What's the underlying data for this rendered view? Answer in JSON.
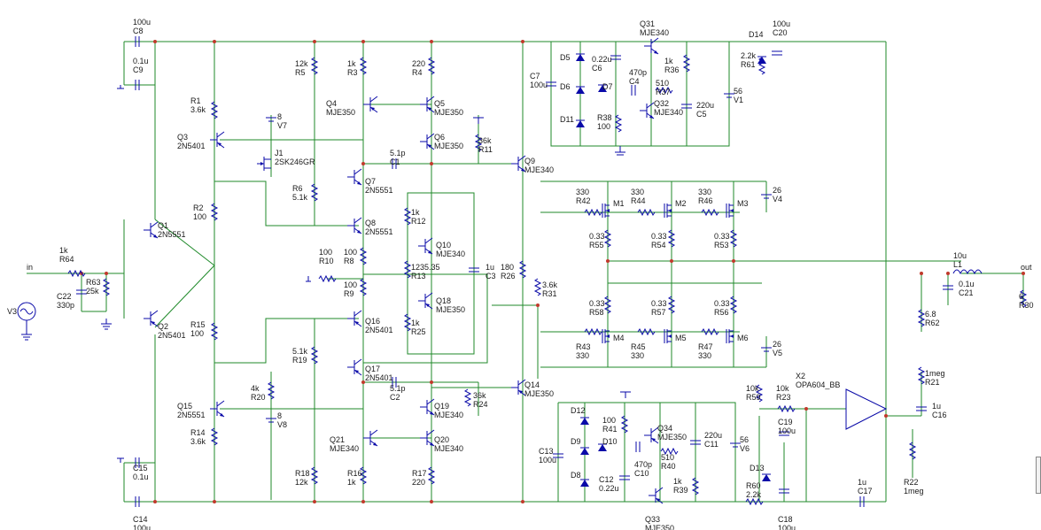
{
  "components": [
    {
      "ref": "C8",
      "value": "100u"
    },
    {
      "ref": "C9",
      "value": "0.1u"
    },
    {
      "ref": "R1",
      "value": "3.6k"
    },
    {
      "ref": "Q3",
      "value": "2N5401"
    },
    {
      "ref": "R2",
      "value": "100"
    },
    {
      "ref": "Q1",
      "value": "2N5551"
    },
    {
      "ref": "Q2",
      "value": "2N5401"
    },
    {
      "ref": "R64",
      "value": "1k"
    },
    {
      "ref": "R63",
      "value": "25k"
    },
    {
      "ref": "C22",
      "value": "330p"
    },
    {
      "ref": "V3",
      "value": ""
    },
    {
      "ref": "R15",
      "value": "100"
    },
    {
      "ref": "Q15",
      "value": "2N5551"
    },
    {
      "ref": "R14",
      "value": "3.6k"
    },
    {
      "ref": "C15",
      "value": "0.1u"
    },
    {
      "ref": "C14",
      "value": "100u"
    },
    {
      "ref": "R5",
      "value": "12k"
    },
    {
      "ref": "V7",
      "value": "8"
    },
    {
      "ref": "J1",
      "value": "2SK246GR"
    },
    {
      "ref": "R6",
      "value": "5.1k"
    },
    {
      "ref": "R3",
      "value": "1k"
    },
    {
      "ref": "Q4",
      "value": "MJE350"
    },
    {
      "ref": "R4",
      "value": "220"
    },
    {
      "ref": "Q5",
      "value": "MJE350"
    },
    {
      "ref": "Q6",
      "value": "MJE350"
    },
    {
      "ref": "C1",
      "value": "5.1p"
    },
    {
      "ref": "Q7",
      "value": "2N5551"
    },
    {
      "ref": "Q8",
      "value": "2N5551"
    },
    {
      "ref": "R10",
      "value": "100"
    },
    {
      "ref": "R8",
      "value": "100"
    },
    {
      "ref": "R9",
      "value": "100"
    },
    {
      "ref": "R12",
      "value": "1k"
    },
    {
      "ref": "Q10",
      "value": "MJE340"
    },
    {
      "ref": "R13",
      "value": "1235.35"
    },
    {
      "ref": "C3",
      "value": "1u"
    },
    {
      "ref": "Q18",
      "value": "MJE350"
    },
    {
      "ref": "R25",
      "value": "1k"
    },
    {
      "ref": "Q16",
      "value": "2N5401"
    },
    {
      "ref": "R19",
      "value": "5.1k"
    },
    {
      "ref": "Q17",
      "value": "2N5401"
    },
    {
      "ref": "C2",
      "value": "5.1p"
    },
    {
      "ref": "R20",
      "value": "4k"
    },
    {
      "ref": "V8",
      "value": "8"
    },
    {
      "ref": "Q19",
      "value": "MJE340"
    },
    {
      "ref": "R24",
      "value": "36k"
    },
    {
      "ref": "Q21",
      "value": "MJE340"
    },
    {
      "ref": "Q20",
      "value": "MJE340"
    },
    {
      "ref": "R18",
      "value": "12k"
    },
    {
      "ref": "R16",
      "value": "1k"
    },
    {
      "ref": "R17",
      "value": "220"
    },
    {
      "ref": "R11",
      "value": "36k"
    },
    {
      "ref": "Q9",
      "value": "MJE340"
    },
    {
      "ref": "R26",
      "value": "180"
    },
    {
      "ref": "R31",
      "value": "3.6k"
    },
    {
      "ref": "Q14",
      "value": "MJE350"
    },
    {
      "ref": "C7",
      "value": "100u"
    },
    {
      "ref": "D5",
      "value": ""
    },
    {
      "ref": "D6",
      "value": ""
    },
    {
      "ref": "D11",
      "value": ""
    },
    {
      "ref": "C6",
      "value": "0.22u"
    },
    {
      "ref": "D7",
      "value": ""
    },
    {
      "ref": "R38",
      "value": "100"
    },
    {
      "ref": "Q31",
      "value": "MJE340"
    },
    {
      "ref": "C4",
      "value": "470p"
    },
    {
      "ref": "R37",
      "value": "510"
    },
    {
      "ref": "Q32",
      "value": "MJE340"
    },
    {
      "ref": "R36",
      "value": "1k"
    },
    {
      "ref": "C5",
      "value": "220u"
    },
    {
      "ref": "V1",
      "value": "56"
    },
    {
      "ref": "D14",
      "value": ""
    },
    {
      "ref": "R61",
      "value": "2.2k"
    },
    {
      "ref": "C20",
      "value": "100u"
    },
    {
      "ref": "R42",
      "value": "330"
    },
    {
      "ref": "M1",
      "value": ""
    },
    {
      "ref": "R44",
      "value": "330"
    },
    {
      "ref": "M2",
      "value": ""
    },
    {
      "ref": "R46",
      "value": "330"
    },
    {
      "ref": "M3",
      "value": ""
    },
    {
      "ref": "V4",
      "value": "26"
    },
    {
      "ref": "R55",
      "value": "0.33"
    },
    {
      "ref": "R54",
      "value": "0.33"
    },
    {
      "ref": "R53",
      "value": "0.33"
    },
    {
      "ref": "R58",
      "value": "0.33"
    },
    {
      "ref": "R57",
      "value": "0.33"
    },
    {
      "ref": "R56",
      "value": "0.33"
    },
    {
      "ref": "R43",
      "value": "330"
    },
    {
      "ref": "M4",
      "value": ""
    },
    {
      "ref": "R45",
      "value": "330"
    },
    {
      "ref": "M5",
      "value": ""
    },
    {
      "ref": "R47",
      "value": "330"
    },
    {
      "ref": "M6",
      "value": ""
    },
    {
      "ref": "V5",
      "value": "26"
    },
    {
      "ref": "L1",
      "value": "10u"
    },
    {
      "ref": "C21",
      "value": "0.1u"
    },
    {
      "ref": "R62",
      "value": "6.8"
    },
    {
      "ref": "R30",
      "value": "6"
    },
    {
      "ref": "R21",
      "value": "1meg"
    },
    {
      "ref": "C16",
      "value": "1u"
    },
    {
      "ref": "R22",
      "value": "1meg"
    },
    {
      "ref": "X2",
      "value": "OPA604_BB"
    },
    {
      "ref": "R59",
      "value": "10k"
    },
    {
      "ref": "R23",
      "value": "10k"
    },
    {
      "ref": "C19",
      "value": "100u"
    },
    {
      "ref": "C17",
      "value": "1u"
    },
    {
      "ref": "C13",
      "value": "100u"
    },
    {
      "ref": "D12",
      "value": ""
    },
    {
      "ref": "D9",
      "value": ""
    },
    {
      "ref": "D8",
      "value": ""
    },
    {
      "ref": "R41",
      "value": "100"
    },
    {
      "ref": "D10",
      "value": ""
    },
    {
      "ref": "C12",
      "value": "0.22u"
    },
    {
      "ref": "C10",
      "value": "470p"
    },
    {
      "ref": "R40",
      "value": "510"
    },
    {
      "ref": "Q34",
      "value": "MJE350"
    },
    {
      "ref": "C11",
      "value": "220u"
    },
    {
      "ref": "R39",
      "value": "1k"
    },
    {
      "ref": "V6",
      "value": "56"
    },
    {
      "ref": "Q33",
      "value": "MJE350"
    },
    {
      "ref": "D13",
      "value": ""
    },
    {
      "ref": "R60",
      "value": "2.2k"
    },
    {
      "ref": "C18",
      "value": "100u"
    }
  ],
  "nets": {
    "input_label": "in",
    "output_label": "out"
  },
  "colors": {
    "wire": "#1f8a2a",
    "component": "#0a0aa8",
    "junction": "#c0392b",
    "text": "#1a1a1a"
  }
}
